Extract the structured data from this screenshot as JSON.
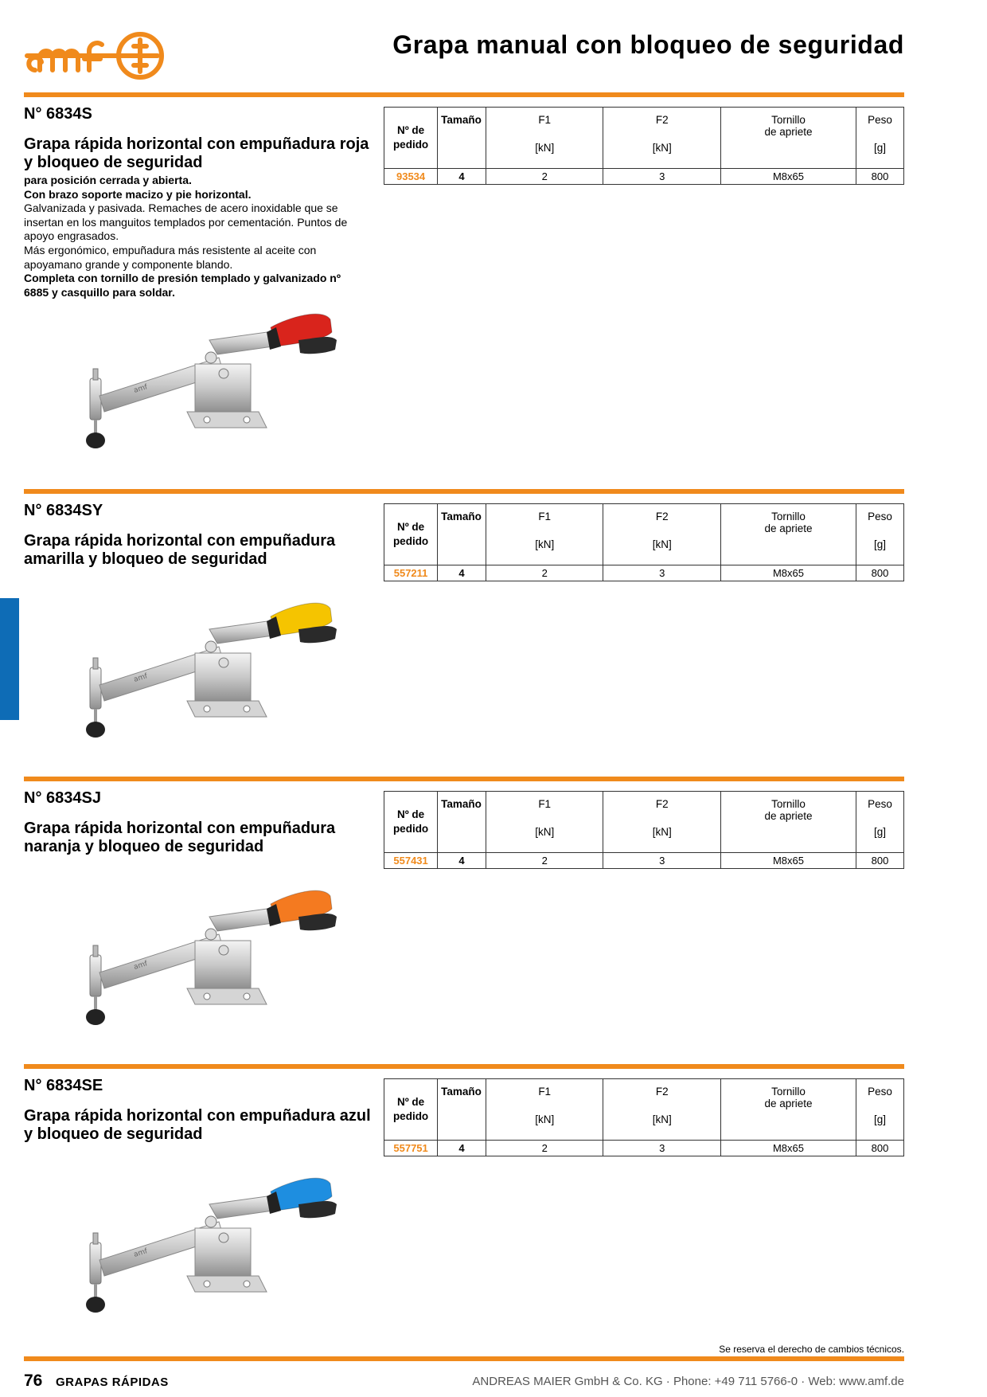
{
  "brand": {
    "logo_text": "amf",
    "accent_color": "#f08a1c",
    "tab_color": "#0e6cb6"
  },
  "page_title": "Grapa manual con bloqueo de seguridad",
  "table_headers": {
    "order_line1": "Nº de",
    "order_line2": "pedido",
    "size": "Tamaño",
    "f1": "F1",
    "f1_unit": "[kN]",
    "f2": "F2",
    "f2_unit": "[kN]",
    "screw_line1": "Tornillo",
    "screw_line2": "de apriete",
    "weight": "Peso",
    "weight_unit": "[g]"
  },
  "sections": [
    {
      "number": "N° 6834S",
      "title": "Grapa rápida horizontal con empuñadura roja y bloqueo de seguridad",
      "desc_bold1": "para posición cerrada y abierta.",
      "desc_bold2": "Con brazo soporte macizo y pie horizontal.",
      "desc_text1": "Galvanizada y pasivada. Remaches de acero inoxidable que se insertan en los manguitos templados por cementación. Puntos de apoyo engrasados.",
      "desc_text2": "Más ergonómico, empuñadura más resistente al aceite con apoyamano grande y componente blando.",
      "desc_bold3": "Completa con tornillo de presión templado y galvanizado nº 6885 y casquillo para soldar.",
      "handle_color": "#d9241c",
      "row": {
        "order": "93534",
        "size": "4",
        "f1": "2",
        "f2": "3",
        "screw": "M8x65",
        "weight": "800"
      }
    },
    {
      "number": "N° 6834SY",
      "title": "Grapa rápida horizontal con empuñadura amarilla y bloqueo de seguridad",
      "handle_color": "#f5c400",
      "row": {
        "order": "557211",
        "size": "4",
        "f1": "2",
        "f2": "3",
        "screw": "M8x65",
        "weight": "800"
      }
    },
    {
      "number": "N° 6834SJ",
      "title": "Grapa rápida horizontal con empuñadura naranja y bloqueo de seguridad",
      "handle_color": "#f47a20",
      "row": {
        "order": "557431",
        "size": "4",
        "f1": "2",
        "f2": "3",
        "screw": "M8x65",
        "weight": "800"
      }
    },
    {
      "number": "N° 6834SE",
      "title": "Grapa rápida horizontal con empuñadura azul y bloqueo de seguridad",
      "handle_color": "#1e8ee0",
      "row": {
        "order": "557751",
        "size": "4",
        "f1": "2",
        "f2": "3",
        "screw": "M8x65",
        "weight": "800"
      }
    }
  ],
  "notice": "Se reserva el derecho de cambios técnicos.",
  "footer": {
    "page_number": "76",
    "section": "GRAPAS RÁPIDAS",
    "company": "ANDREAS MAIER GmbH & Co. KG · Phone: +49 711 5766-0 · Web: www.amf.de"
  }
}
